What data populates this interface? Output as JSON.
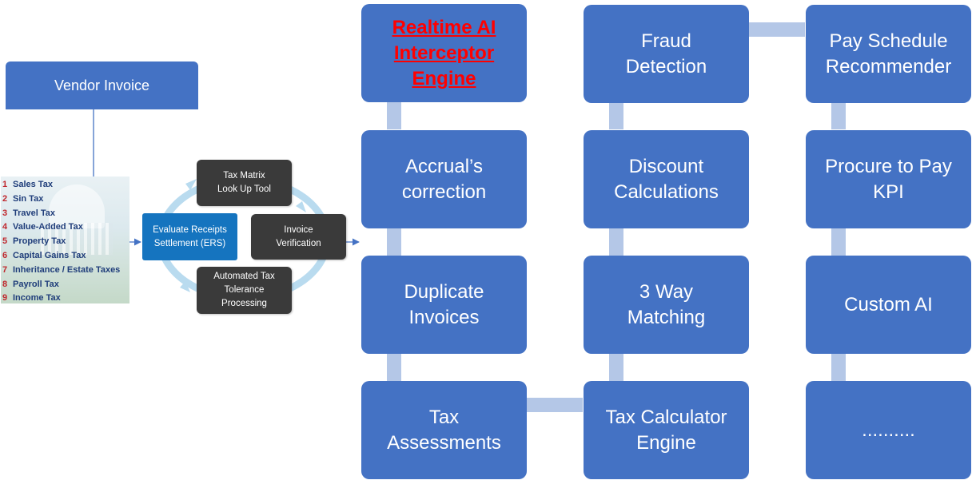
{
  "vendor_invoice": {
    "label": "Vendor Invoice"
  },
  "taxes": [
    {
      "num": "1",
      "label": "Sales Tax"
    },
    {
      "num": "2",
      "label": "Sin Tax"
    },
    {
      "num": "3",
      "label": "Travel Tax"
    },
    {
      "num": "4",
      "label": "Value-Added Tax"
    },
    {
      "num": "5",
      "label": "Property Tax"
    },
    {
      "num": "6",
      "label": "Capital Gains Tax"
    },
    {
      "num": "7",
      "label": "Inheritance / Estate Taxes"
    },
    {
      "num": "8",
      "label": "Payroll Tax"
    },
    {
      "num": "9",
      "label": "Income Tax"
    }
  ],
  "cycle": {
    "ers": "Evaluate Receipts\nSettlement (ERS)",
    "matrix": "Tax Matrix\nLook Up Tool",
    "verification": "Invoice\nVerification",
    "automated": "Automated Tax\nTolerance\nProcessing"
  },
  "column1": {
    "engine": "Realtime AI\nInterceptor\nEngine",
    "accruals": "Accrual’s\ncorrection",
    "duplicates": "Duplicate\nInvoices",
    "assessments": "Tax\nAssessments"
  },
  "column2": {
    "fraud": "Fraud\nDetection",
    "discount": "Discount\nCalculations",
    "matching": "3 Way\nMatching",
    "calculator": "Tax Calculator\nEngine"
  },
  "column3": {
    "pay_schedule": "Pay Schedule\nRecommender",
    "kpi": "Procure to Pay\nKPI",
    "custom_ai": "Custom AI",
    "more": ".........."
  },
  "colors": {
    "block": "#4472c4",
    "connector": "#b4c7e7",
    "ers": "#1574bf",
    "highlight": "#ff0000"
  }
}
